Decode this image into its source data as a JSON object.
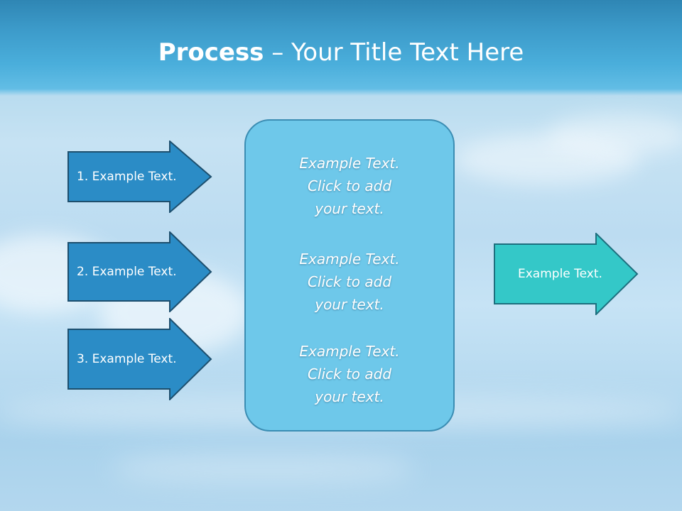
{
  "slide": {
    "title_bold": "Process",
    "title_rest": " – Your Title Text Here",
    "left_arrows": [
      {
        "label": "1. Example Text."
      },
      {
        "label": "2. Example Text."
      },
      {
        "label": "3. Example Text."
      }
    ],
    "center_blocks": [
      {
        "line1": "Example Text.",
        "line2": "Click  to add",
        "line3": "your text."
      },
      {
        "line1": "Example Text.",
        "line2": "Click  to add",
        "line3": "your text."
      },
      {
        "line1": "Example Text.",
        "line2": "Click  to add",
        "line3": "your text."
      }
    ],
    "right_arrow": {
      "label": "Example Text."
    }
  },
  "colors": {
    "left_arrow_fill": "#2b8cc6",
    "left_arrow_stroke": "#1d4f6e",
    "right_arrow_fill": "#34c8c8",
    "right_arrow_stroke": "#1d6f7e",
    "center_fill": "#6ec8ea",
    "center_stroke": "#3b8db3"
  }
}
